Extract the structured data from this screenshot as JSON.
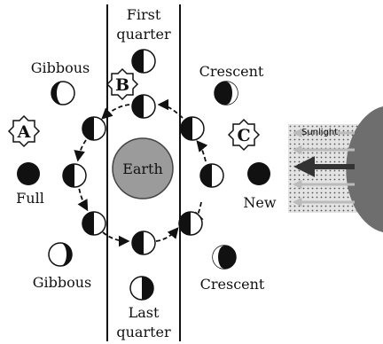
{
  "labels": {
    "first_quarter_line1": "First",
    "first_quarter_line2": "quarter",
    "last_quarter_line1": "Last",
    "last_quarter_line2": "quarter",
    "gibbous_top": "Gibbous",
    "gibbous_bottom": "Gibbous",
    "crescent_top": "Crescent",
    "crescent_bottom": "Crescent",
    "full": "Full",
    "new": "New",
    "earth": "Earth",
    "sunlight": "Sunlight"
  },
  "markers": {
    "a": "A",
    "b": "B",
    "c": "C"
  },
  "colors": {
    "ink": "#111111",
    "earth_fill": "#9b9b9b",
    "sun_fill": "#6e6e6e",
    "ray_fill": "#c9c9c9"
  }
}
